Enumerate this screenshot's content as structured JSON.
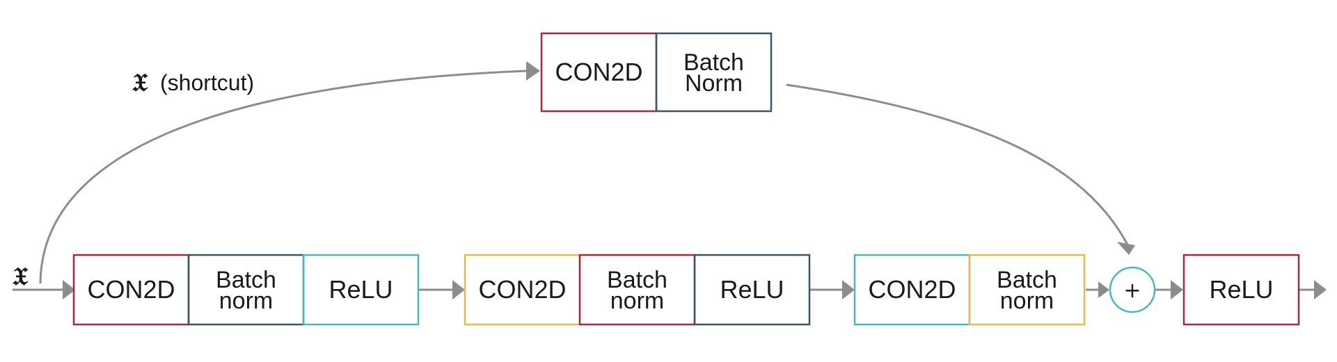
{
  "input_symbol": "𝔛",
  "shortcut": {
    "symbol": "𝔛",
    "label": "(shortcut)",
    "blocks": [
      {
        "lines": [
          "CON2D"
        ],
        "color": "#a8273f"
      },
      {
        "lines": [
          "Batch",
          "Norm"
        ],
        "color": "#3a5568"
      }
    ]
  },
  "main_path": {
    "group1": [
      {
        "lines": [
          "CON2D"
        ],
        "color": "#a8273f"
      },
      {
        "lines": [
          "Batch",
          "norm"
        ],
        "color": "#3a5568"
      },
      {
        "lines": [
          "ReLU"
        ],
        "color": "#4ab8b8"
      }
    ],
    "group2": [
      {
        "lines": [
          "CON2D"
        ],
        "color": "#e8b84a"
      },
      {
        "lines": [
          "Batch",
          "norm"
        ],
        "color": "#a8273f"
      },
      {
        "lines": [
          "ReLU"
        ],
        "color": "#3a5568"
      }
    ],
    "group3": [
      {
        "lines": [
          "CON2D"
        ],
        "color": "#4ab8b8"
      },
      {
        "lines": [
          "Batch",
          "norm"
        ],
        "color": "#e8b84a"
      }
    ],
    "add_symbol": "+",
    "add_color": "#4ab8b8",
    "final": {
      "lines": [
        "ReLU"
      ],
      "color": "#a8273f"
    }
  }
}
